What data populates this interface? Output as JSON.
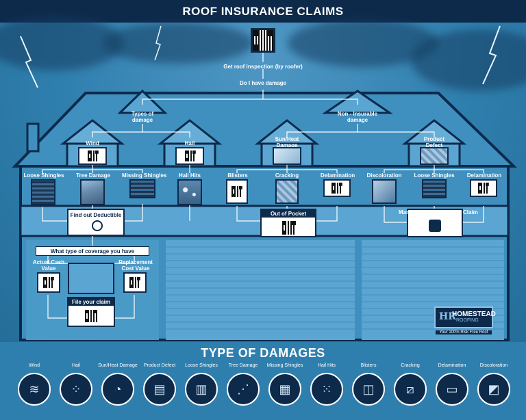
{
  "title": "ROOF INSURANCE CLAIMS",
  "flow": {
    "step1": "Get roof inspection (by roofer)",
    "step2": "Do I have damage",
    "types_of_damage": "Types of damage",
    "non_insurable": "Non - Insurable damage",
    "wind": "Wind",
    "hail": "Hail",
    "sun_heat": "Sun/Heat Damage",
    "product_defect": "Product Defect",
    "loose_shingles": "Loose Shingles",
    "tree_damage": "Tree Damage",
    "missing_shingles": "Missing Shingles",
    "hail_hits": "Hail Hits",
    "blisters": "Blisters",
    "cracking": "Cracking",
    "delamination": "Delamination",
    "discoloration": "Discoloration",
    "loose_shingles_2": "Loose Shingles",
    "delamination_2": "Delamination",
    "find_deductible": "Find out Deductible",
    "out_of_pocket": "Out of Pocket",
    "warranty_claim": "Manufacturers Warranty Claim",
    "coverage_question": "What type of coverage you have",
    "actual_cash_value": "Actual Cash Value",
    "replacement_cost": "Replacement Cost Value",
    "file_claim": "File your claim"
  },
  "logo": {
    "monogram": "HR",
    "name": "HOMESTEAD",
    "sub": "ROOFING",
    "tagline": "Your 100% Risk Free Roof"
  },
  "types_title": "TYPE OF DAMAGES",
  "damage_types": [
    {
      "label": "Wind",
      "icon": "wind-icon",
      "glyph": "≋"
    },
    {
      "label": "Hail",
      "icon": "hail-icon",
      "glyph": "⁘"
    },
    {
      "label": "Sun/Heat Damage",
      "icon": "sun-heat-icon",
      "glyph": "◔"
    },
    {
      "label": "Product Defect",
      "icon": "product-defect-icon",
      "glyph": "▤"
    },
    {
      "label": "Loose Shingles",
      "icon": "loose-shingles-icon",
      "glyph": "▥"
    },
    {
      "label": "Tree Damage",
      "icon": "tree-damage-icon",
      "glyph": "⋰"
    },
    {
      "label": "Missing Shingles",
      "icon": "missing-shingles-icon",
      "glyph": "▦"
    },
    {
      "label": "Hail Hits",
      "icon": "hail-hits-icon",
      "glyph": "⁙"
    },
    {
      "label": "Blisters",
      "icon": "blisters-icon",
      "glyph": "◫"
    },
    {
      "label": "Cracking",
      "icon": "cracking-icon",
      "glyph": "⧄"
    },
    {
      "label": "Delamination",
      "icon": "delamination-icon",
      "glyph": "▭"
    },
    {
      "label": "Discoloration",
      "icon": "discoloration-icon",
      "glyph": "◩"
    }
  ],
  "colors": {
    "navy": "#0d2a4b",
    "sky": "#2f7fae",
    "house": "#3f8fbf",
    "accent": "#8dc3e6"
  }
}
